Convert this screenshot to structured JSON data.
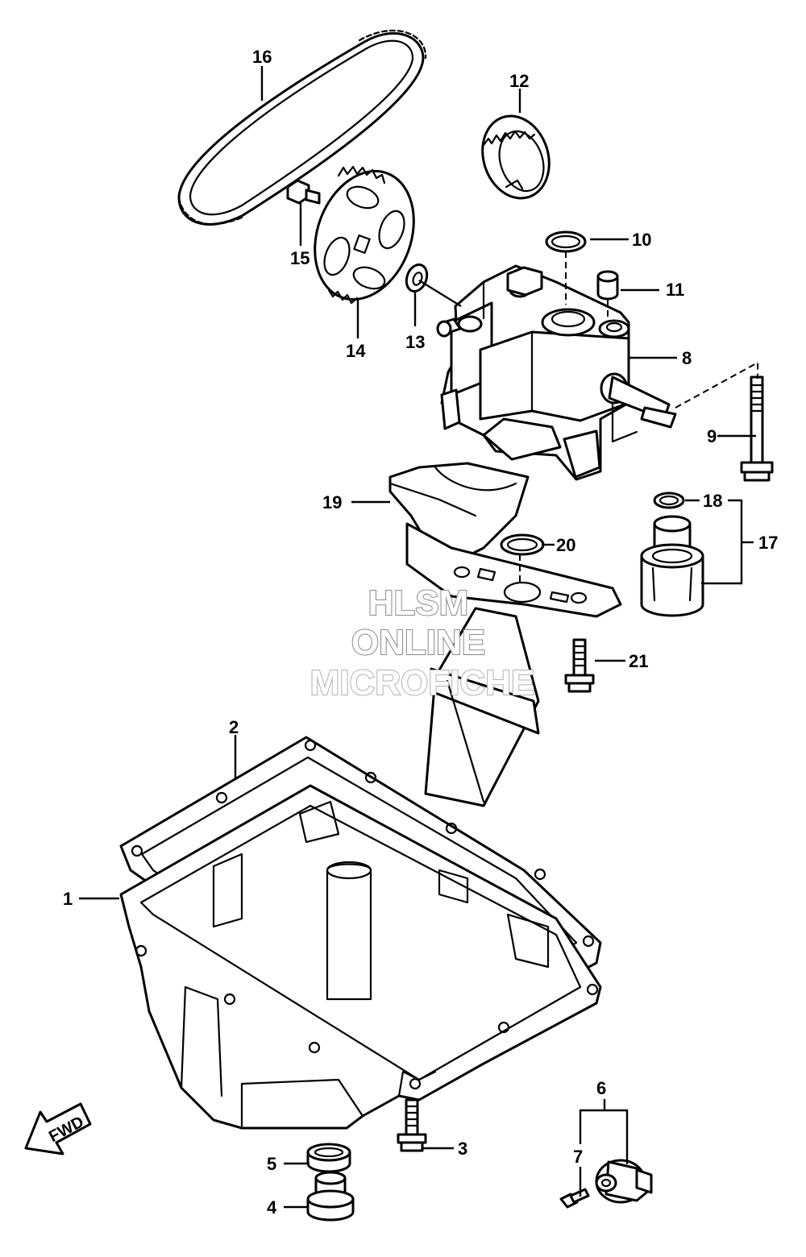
{
  "callouts": {
    "c1": "1",
    "c2": "2",
    "c3": "3",
    "c4": "4",
    "c5": "5",
    "c6": "6",
    "c7": "7",
    "c8": "8",
    "c9": "9",
    "c10": "10",
    "c11": "11",
    "c12": "12",
    "c13": "13",
    "c14": "14",
    "c15": "15",
    "c16": "16",
    "c17": "17",
    "c18": "18",
    "c19": "19",
    "c20": "20",
    "c21": "21"
  },
  "watermark": {
    "line1": "HLSM",
    "line2": "ONLINE",
    "line3": "MICROFICHE",
    "color": "#8a8a8a"
  },
  "direction_badge": {
    "label": "FWD"
  },
  "colors": {
    "line": "#000000",
    "background": "#ffffff"
  }
}
